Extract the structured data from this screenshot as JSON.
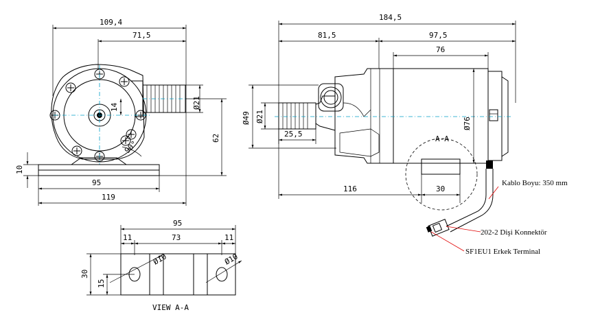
{
  "front_view": {
    "dim_overall_width": "109,4",
    "dim_center_to_outlet": "71,5",
    "dim_outlet_dia": "Ø21",
    "dim_inlet_offset": "14",
    "dim_height": "62",
    "dim_foot_height": "10",
    "dim_foot_width": "95",
    "dim_base_width": "119",
    "dim_angle": "90°"
  },
  "side_view": {
    "dim_total_length": "184,5",
    "dim_front_length": "81,5",
    "dim_motor_length": "97,5",
    "dim_body_length": "76",
    "dim_flange_dia": "Ø49",
    "dim_inlet_dia": "Ø21",
    "dim_inlet_length": "25,5",
    "dim_motor_dia": "Ø76",
    "section_label": "A-A",
    "dim_to_foot": "116",
    "dim_foot_len": "30",
    "note_cable": "Kablo Boyu: 350 mm",
    "note_connector": "202-2 Dişi Konnektör",
    "note_terminal": "SF1EU1 Erkek Terminal"
  },
  "view_aa": {
    "dim_width": "95",
    "dim_left_margin": "11",
    "dim_hole_spacing": "73",
    "dim_right_margin": "11",
    "dim_height": "30",
    "dim_hole_height": "15",
    "dim_hole_dia_left": "Ø10",
    "dim_hole_dia_right": "Ø10",
    "title": "VIEW A-A"
  }
}
